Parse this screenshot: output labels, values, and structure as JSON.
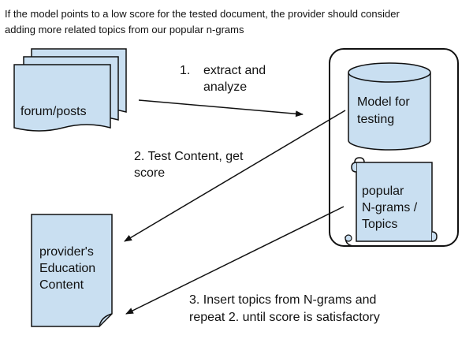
{
  "caption": {
    "line1": "If the model points to a low score for the tested document, the provider should consider",
    "line2": "adding more related topics from our popular n-grams"
  },
  "nodes": {
    "forum_posts": "forum/posts",
    "model": {
      "line1": "Model for",
      "line2": "testing"
    },
    "ngrams": {
      "line1": "popular",
      "line2": "N-grams /",
      "line3": "Topics"
    },
    "education": {
      "line1": "provider's",
      "line2": "Education",
      "line3": "Content"
    }
  },
  "steps": {
    "step1": {
      "number": "1.",
      "line1": "extract and",
      "line2": "analyze"
    },
    "step2": {
      "line1": "2. Test Content, get",
      "line2": "score"
    },
    "step3": {
      "line1": "3. Insert topics from N-grams and",
      "line2": "repeat 2. until score is satisfactory"
    }
  },
  "colors": {
    "node_fill": "#c9dff1",
    "stroke": "#111111",
    "background": "#ffffff"
  }
}
